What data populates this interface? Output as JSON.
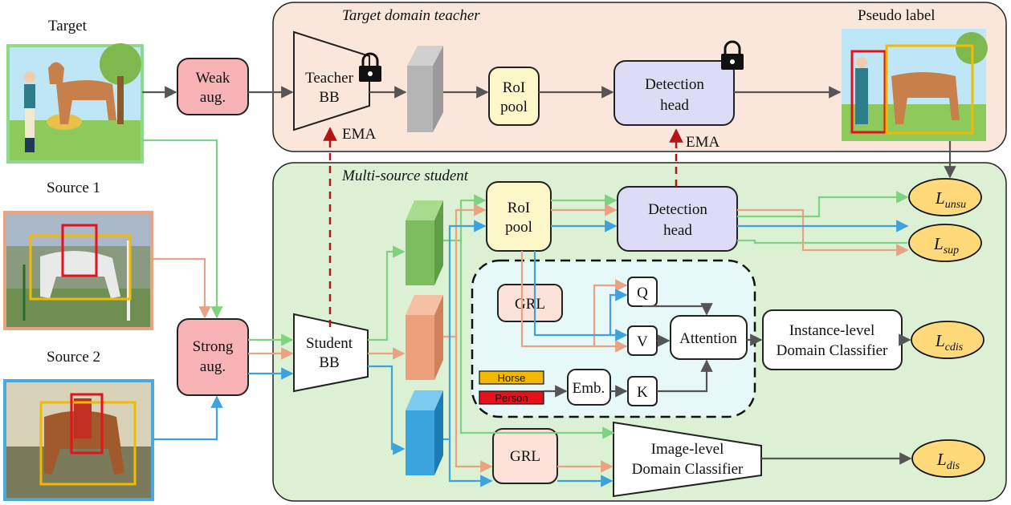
{
  "images": {
    "target": {
      "title": "Target"
    },
    "source1": {
      "title": "Source 1"
    },
    "source2": {
      "title": "Source 2"
    },
    "pseudo": {
      "title": "Pseudo label"
    }
  },
  "teacher_panel": {
    "title": "Target domain teacher"
  },
  "student_panel": {
    "title": "Multi-source student"
  },
  "boxes": {
    "weak_aug": [
      "Weak",
      "aug."
    ],
    "strong_aug": [
      "Strong",
      "aug."
    ],
    "teacher_bb": [
      "Teacher",
      "BB"
    ],
    "student_bb": [
      "Student",
      "BB"
    ],
    "roi_pool_teacher": [
      "RoI",
      "pool"
    ],
    "roi_pool_student": [
      "RoI",
      "pool"
    ],
    "det_head_teacher": [
      "Detection",
      "head"
    ],
    "det_head_student": [
      "Detection",
      "head"
    ],
    "grl_inner": "GRL",
    "grl_bottom": "GRL",
    "q": "Q",
    "v": "V",
    "k": "K",
    "emb": "Emb.",
    "attention": "Attention",
    "instance_classifier": [
      "Instance-level",
      "Domain Classifier"
    ],
    "image_classifier": [
      "Image-level",
      "Domain Classifier"
    ]
  },
  "class_tags": {
    "horse": "Horse",
    "person": "Person"
  },
  "ema": {
    "teacher_bb": "EMA",
    "det_head": "EMA"
  },
  "losses": {
    "unsu": {
      "main": "L",
      "sub": "unsu"
    },
    "sup": {
      "main": "L",
      "sub": "sup"
    },
    "cdis": {
      "main": "L",
      "sub": "cdis"
    },
    "dis": {
      "main": "L",
      "sub": "dis"
    }
  },
  "colors": {
    "target": "#8fd88f",
    "source1": "#e8a383",
    "source2": "#4aa8dc",
    "teacher_bg": "#fbe6dc",
    "student_bg": "#dcf1d4",
    "aug": "#f7b3b6",
    "roi": "#fbf7c9",
    "det": "#dcdcf6",
    "grl": "#fbe1d8",
    "attention_bg": "#e6f8f8",
    "loss": "#ffd97a",
    "ema": "#b41414",
    "horse_tag": "#f5b800",
    "person_tag": "#e8101b"
  }
}
